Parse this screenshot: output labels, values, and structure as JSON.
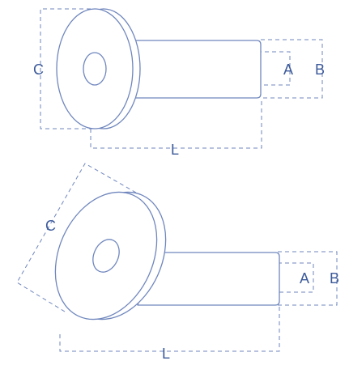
{
  "colors": {
    "line": "#6f86bd",
    "text": "#3c5a9a",
    "background": "#ffffff"
  },
  "top_view": {
    "label_c": "C",
    "label_a": "A",
    "label_b": "B",
    "label_l": "L"
  },
  "bottom_view": {
    "label_c": "C",
    "label_a": "A",
    "label_b": "B",
    "label_l": "L"
  }
}
